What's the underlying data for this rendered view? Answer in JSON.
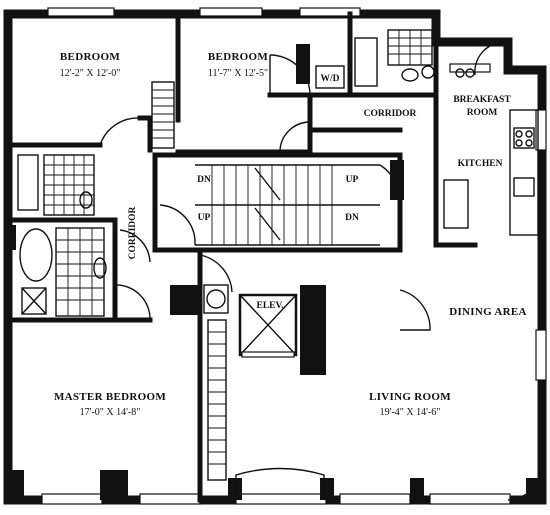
{
  "rooms": {
    "bedroom_1": {
      "label": "BEDROOM",
      "dims": "12'-2\" X 12'-0\""
    },
    "bedroom_2": {
      "label": "BEDROOM",
      "dims": "11'-7\" X 12'-5\""
    },
    "master": {
      "label": "MASTER BEDROOM",
      "dims": "17'-0\" X 14'-8\""
    },
    "living": {
      "label": "LIVING ROOM",
      "dims": "19'-4\" X 14'-6\""
    },
    "dining": {
      "label": "DINING AREA"
    },
    "kitchen": {
      "label": "KITCHEN"
    },
    "breakfast_line1": "BREAKFAST",
    "breakfast_line2": "ROOM",
    "corridor_left": "CORRIDOR",
    "corridor_right": "CORRIDOR",
    "washer_dryer": "W/D",
    "elevator": "ELEV."
  },
  "stairs": {
    "dn_left": "DN",
    "up_right": "UP",
    "up_left": "UP",
    "dn_right": "DN"
  }
}
